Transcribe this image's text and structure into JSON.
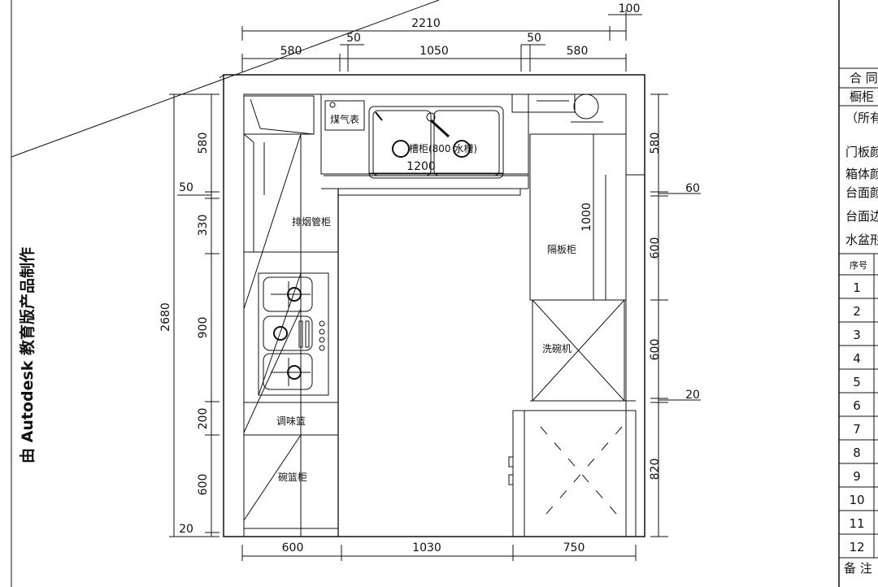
{
  "watermark": "由 Autodesk 教育版产品制作",
  "dimensions": {
    "top_total": "2210",
    "top_extra": "100",
    "top_gap_left": "50",
    "top_gap_right": "50",
    "top_left": "580",
    "top_middle": "1050",
    "top_right": "580",
    "left_total": "2680",
    "left_segments": [
      "580",
      "50",
      "330",
      "900",
      "200",
      "600",
      "20"
    ],
    "right_segments": [
      "580",
      "600",
      "600",
      "820"
    ],
    "right_60": "60",
    "right_20": "20",
    "bottom_left": "600",
    "bottom_middle": "1030",
    "bottom_right": "750",
    "inner_1000": "1000",
    "sink_width": "1200"
  },
  "labels": {
    "gas_meter": "煤气表",
    "sink_cabinet": "槽柜(800 水槽)",
    "exhaust_cabinet": "排烟管柜",
    "seasoning_basket": "调味篮",
    "bowl_basket_cabinet": "碗篮柜",
    "shelf_cabinet": "隔板柜",
    "dishwasher": "洗碗机"
  },
  "title_block": {
    "rows": [
      "合 同",
      "橱柜",
      "（所有",
      "门板颜",
      "箱体颜",
      "台面颜",
      "台面边",
      "水盆形"
    ],
    "col_header": "序号",
    "numbers": [
      "1",
      "2",
      "3",
      "4",
      "5",
      "6",
      "7",
      "8",
      "9",
      "10",
      "11",
      "12"
    ],
    "note": "备 注"
  }
}
